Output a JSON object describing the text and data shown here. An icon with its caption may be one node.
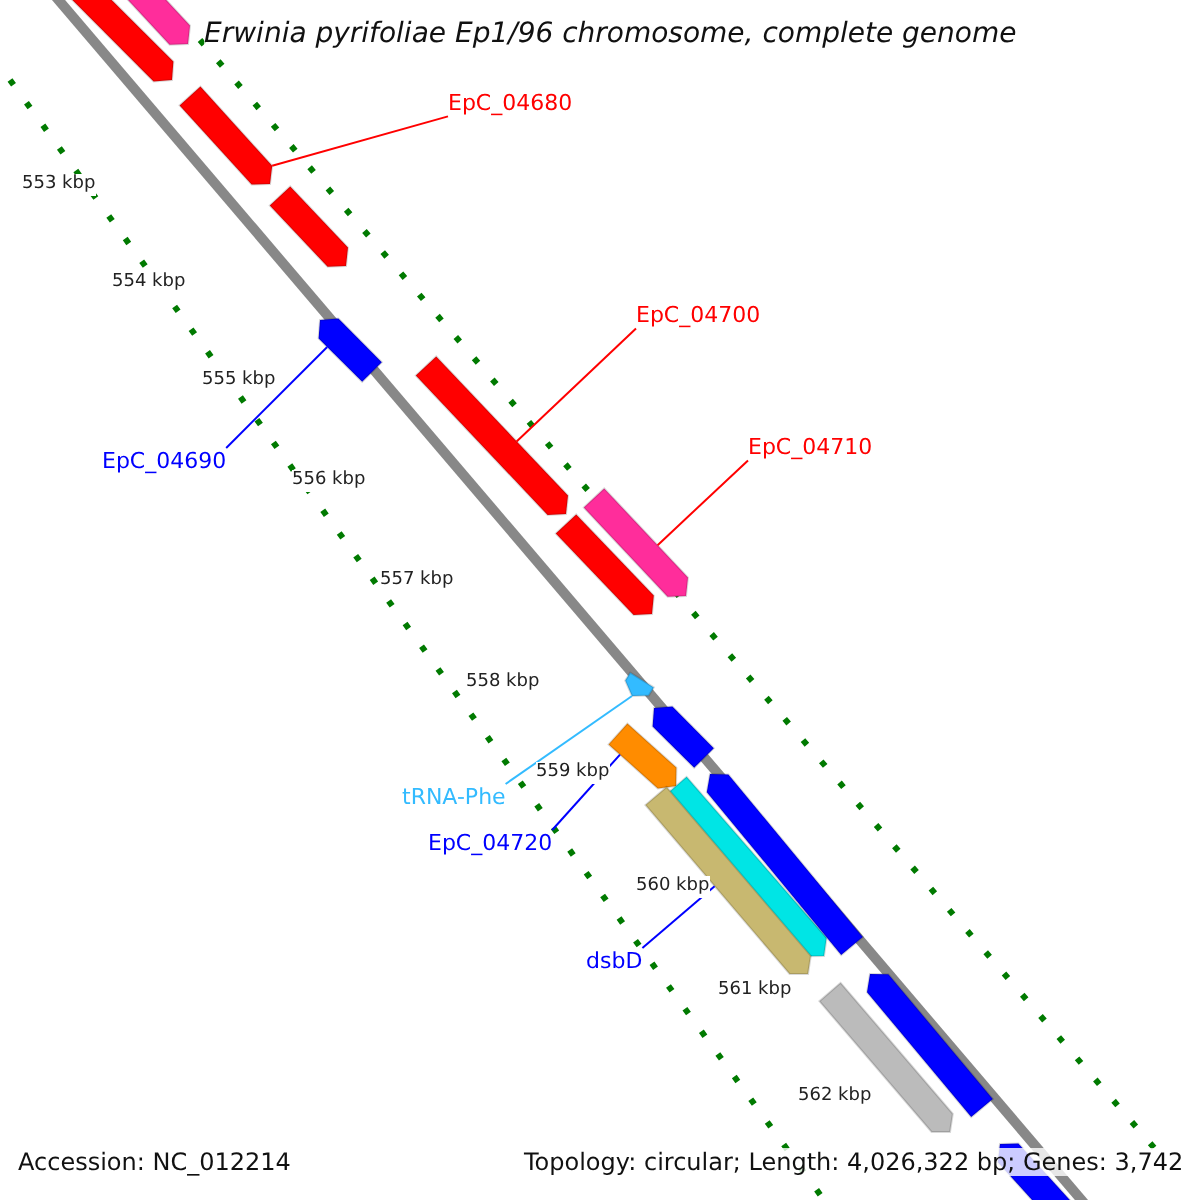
{
  "diagram": {
    "title": "Erwinia pyrifoliae Ep1/96 chromosome, complete genome",
    "nodes": [
      {
        "text": [
          "EpC_04680"
        ]
      },
      {
        "text": [
          "EpC_04690"
        ]
      },
      {
        "text": [
          "EpC_04700"
        ]
      },
      {
        "text": [
          "EpC_04710"
        ]
      },
      {
        "text": [
          "tRNA-Phe"
        ]
      },
      {
        "text": [
          "EpC_04720"
        ]
      },
      {
        "text": [
          "dsbD"
        ]
      },
      {
        "text": [],
        "shape": "bar"
      },
      {
        "text": [],
        "shape": "bar"
      },
      {
        "text": [],
        "shape": "bar"
      },
      {
        "text": [],
        "shape": "bar"
      },
      {
        "text": [],
        "shape": "bar"
      },
      {
        "text": [],
        "shape": "bar"
      },
      {
        "text": [],
        "shape": "bar"
      },
      {
        "text": [],
        "shape": "bar"
      },
      {
        "text": [],
        "shape": "bar"
      },
      {
        "text": [],
        "shape": "bar"
      },
      {
        "text": [],
        "shape": "bar"
      },
      {
        "text": [],
        "shape": "bar"
      },
      {
        "text": [],
        "shape": "bar"
      },
      {
        "text": [],
        "shape": "bar"
      },
      {
        "text": [],
        "shape": "bar"
      },
      {
        "text": [],
        "shape": "bar"
      },
      {
        "text": [],
        "shape": "bar"
      }
    ],
    "edges": [
      {
        "from": 0,
        "to": 9,
        "arrow": "none"
      },
      {
        "from": 1,
        "to": 11,
        "arrow": "none",
        "color": "#0000ff"
      },
      {
        "from": 2,
        "to": 12,
        "arrow": "none"
      },
      {
        "from": 3,
        "to": 14,
        "arrow": "none"
      },
      {
        "from": 4,
        "to": 15,
        "arrow": "none",
        "color": "#33bbff"
      },
      {
        "from": 5,
        "to": 17,
        "arrow": "none",
        "color": "#0000ff"
      },
      {
        "from": 6,
        "to": 19,
        "arrow": "none",
        "color": "#0000ff"
      }
    ],
    "labels": [
      "553 kbp",
      "554 kbp",
      "555 kbp",
      "556 kbp",
      "557 kbp",
      "558 kbp",
      "559 kbp",
      "560 kbp",
      "561 kbp",
      "562 kbp",
      "Accession: NC_012214",
      "Topology: circular; Length: 4,026,322 bp; Genes: 3,742"
    ]
  }
}
